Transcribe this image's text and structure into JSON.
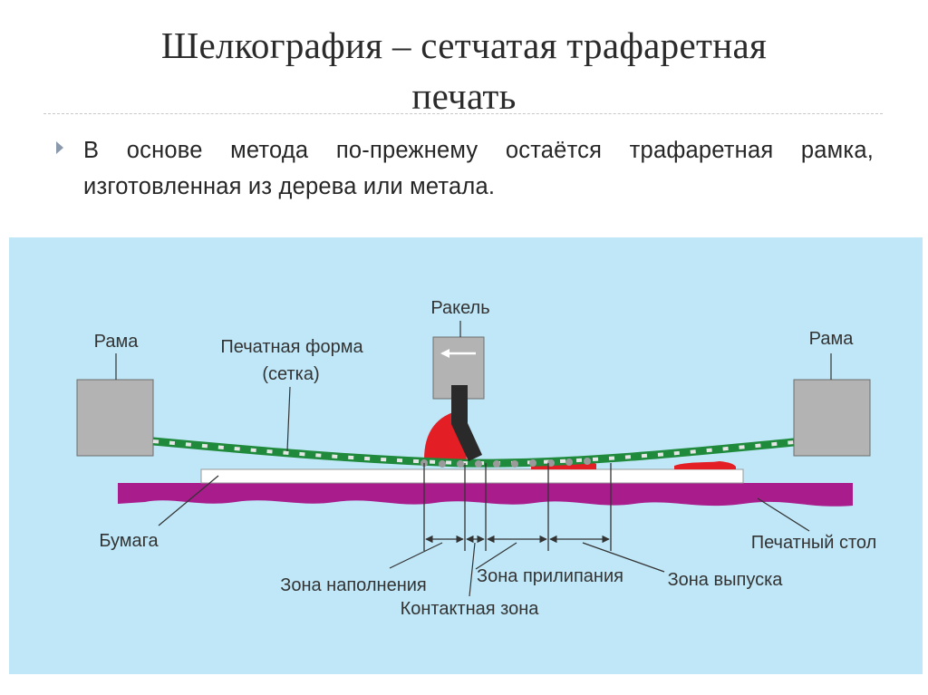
{
  "slide": {
    "title_line1": "Шелкография – сетчатая трафаретная",
    "title_line2": "печать",
    "bullet": "В основе метода по-прежнему остаётся трафаретная рамка, изготовленная из дерева или метала."
  },
  "diagram": {
    "labels": {
      "squeegee": "Ракель",
      "frame_left": "Рама",
      "frame_right": "Рама",
      "form_line1": "Печатная форма",
      "form_line2": "(сетка)",
      "paper": "Бумага",
      "table": "Печатный стол",
      "fill_zone": "Зона наполнения",
      "contact_zone": "Контактная зона",
      "adhesion_zone": "Зона прилипания",
      "release_zone": "Зона выпуска"
    },
    "colors": {
      "background": "#bfe7f7",
      "frame": "#b3b3b3",
      "mesh": "#1f8a3b",
      "ink": "#e31e24",
      "table": "#a81c8c",
      "paper": "#ffffff",
      "squeegee_blade": "#2a2a2a"
    }
  }
}
